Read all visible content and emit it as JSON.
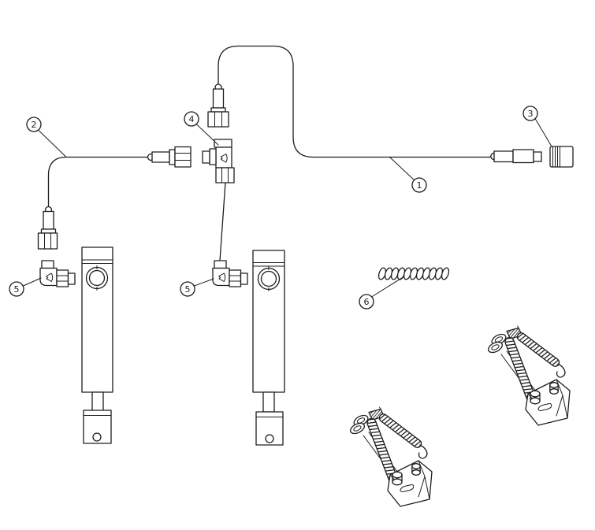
{
  "diagram": {
    "kind": "exploded-parts-diagram",
    "background_color": "#ffffff",
    "line_color": "#1d1d1d",
    "callouts": [
      {
        "label": "1",
        "points_to": "long-hose"
      },
      {
        "label": "2",
        "points_to": "short-hose"
      },
      {
        "label": "3",
        "points_to": "cap-fitting"
      },
      {
        "label": "4",
        "points_to": "tee-fitting"
      },
      {
        "label": "5",
        "points_to": "elbow-fitting-left"
      },
      {
        "label": "5",
        "points_to": "elbow-fitting-right"
      },
      {
        "label": "6",
        "points_to": "coil-spring"
      }
    ]
  }
}
